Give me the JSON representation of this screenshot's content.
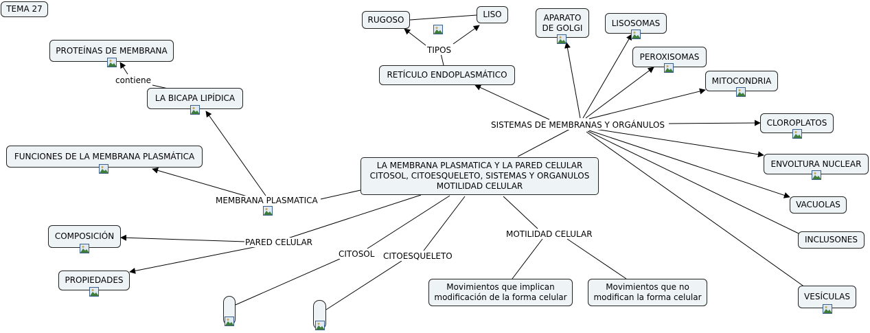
{
  "header": {
    "tag": "TEMA 27"
  },
  "center": {
    "lines": [
      "LA MEMBRANA PLASMATICA Y LA PARED CELULAR",
      "CITOSOL, CITOESQUELETO, SISTEMAS Y ORGANULOS",
      "MOTILIDAD CELULAR"
    ]
  },
  "nodes": {
    "proteinas": "PROTEÍNAS DE MEMBRANA",
    "bicapa": "LA BICAPA LIPÍDICA",
    "funciones": "FUNCIONES DE LA MEMBRANA PLASMÁTICA",
    "composicion": "COMPOSICIÓN",
    "propiedades": "PROPIEDADES",
    "rugoso": "RUGOSO",
    "liso": "LISO",
    "reticulo": "RETÍCULO ENDOPLASMÁTICO",
    "golgi_1": "APARATO",
    "golgi_2": "DE GOLGI",
    "lisosomas": "LISOSOMAS",
    "peroxisomas": "PEROXISOMAS",
    "mitocondria": "MITOCONDRIA",
    "cloroplatos": "CLOROPLATOS",
    "envoltura": "ENVOLTURA NUCLEAR",
    "vacuolas": "VACUOLAS",
    "inclusiones": "INCLUSONES",
    "vesiculas": "VESÍCULAS",
    "mov_forma_1": "Movimientos que implican",
    "mov_forma_2": "modificación de la forma celular",
    "mov_no_1": "Movimientos que no",
    "mov_no_2": "modifican la forma celular"
  },
  "links": {
    "contiene": "contiene",
    "tipos": "TIPOS",
    "membrana_plasmatica": "MEMBRANA PLASMATICA",
    "pared_celular": "PARED CELULAR",
    "citosol": "CITOSOL",
    "citoesqueleto": "CITOESQUELETO",
    "motilidad": "MOTILIDAD CELULAR",
    "sistemas": "SISTEMAS DE MEMBRANAS Y ORGÁNULOS"
  },
  "icons": {
    "resource": "image-resource-icon"
  },
  "colors": {
    "node_fill": "#eef3f5",
    "node_border": "#222222",
    "line": "#000000",
    "icon_border": "#3a5f8a"
  }
}
